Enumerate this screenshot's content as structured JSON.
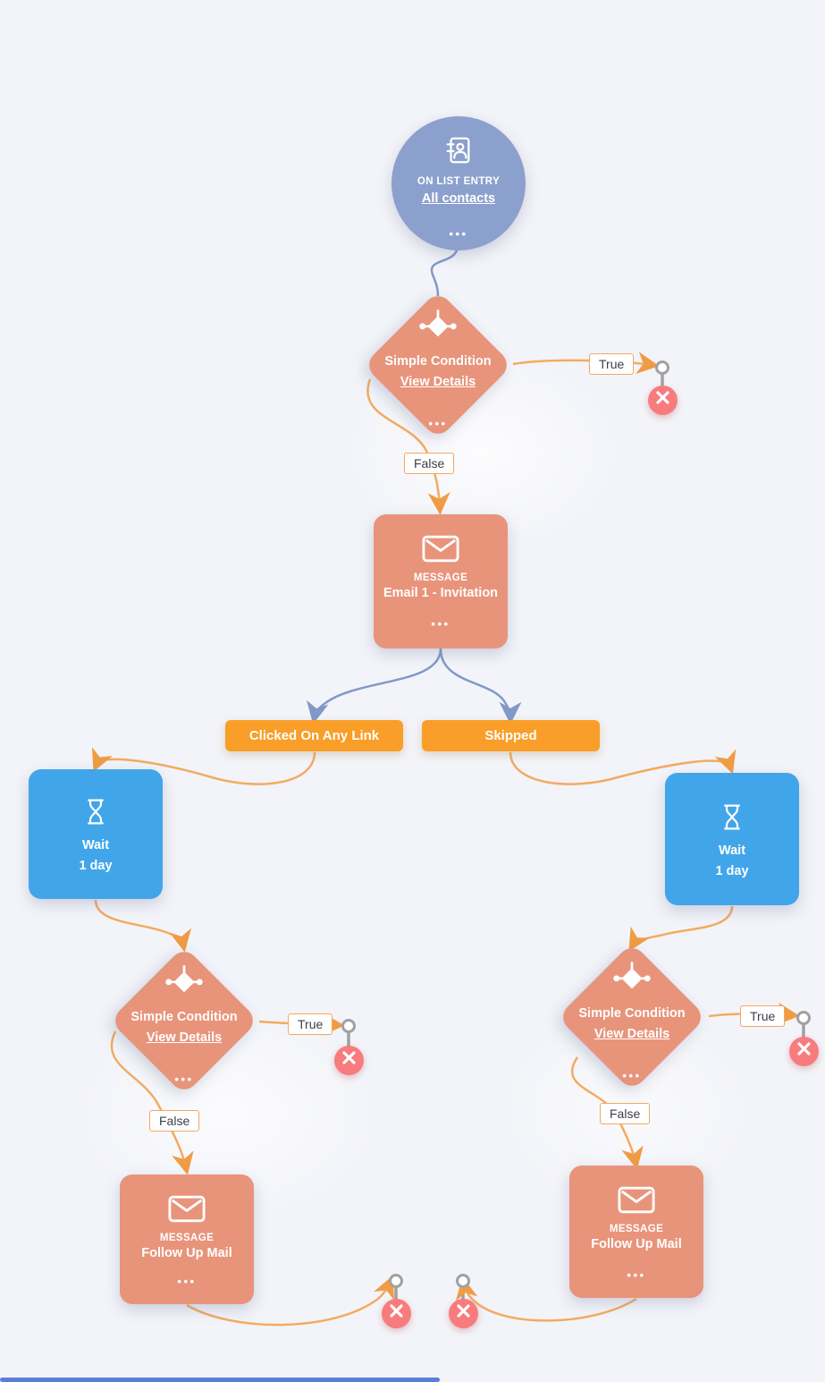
{
  "ui": {
    "menu_dots": "•••"
  },
  "colors": {
    "background": "#f3f4f9",
    "entry_node": "#8ba0cc",
    "condition_node": "#e8947b",
    "message_node": "#e8947b",
    "wait_node": "#41a5ea",
    "branch_button": "#f99e28",
    "delete_node": "#f87b7e",
    "connector_orange": "#f3ab61",
    "connector_blue": "#8199c7",
    "connector_gray": "#a1a1a4",
    "edge_label_border": "#f2a863",
    "scrollbar_thumb": "#5a7fd6"
  },
  "nodes": {
    "entry": {
      "type_label": "ON LIST ENTRY",
      "title": "All contacts"
    },
    "condition_top": {
      "title": "Simple Condition",
      "link": "View Details"
    },
    "message_email1": {
      "type_label": "MESSAGE",
      "title": "Email 1 - Invitation"
    },
    "branch_clicked": {
      "label": "Clicked On Any Link"
    },
    "branch_skipped": {
      "label": "Skipped"
    },
    "wait_left": {
      "title": "Wait",
      "duration": "1 day"
    },
    "wait_right": {
      "title": "Wait",
      "duration": "1 day"
    },
    "condition_left": {
      "title": "Simple Condition",
      "link": "View Details"
    },
    "condition_right": {
      "title": "Simple Condition",
      "link": "View Details"
    },
    "message_followup_left": {
      "type_label": "MESSAGE",
      "title": "Follow Up Mail"
    },
    "message_followup_right": {
      "type_label": "MESSAGE",
      "title": "Follow Up Mail"
    }
  },
  "edge_labels": {
    "top_true": "True",
    "top_false": "False",
    "left_true": "True",
    "left_false": "False",
    "right_true": "True",
    "right_false": "False"
  }
}
